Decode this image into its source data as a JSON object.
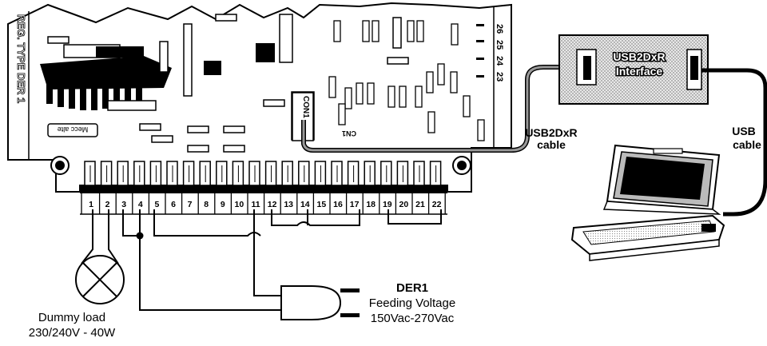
{
  "board": {
    "side_label": "REG. TYPE DER 1",
    "top_right_numbers": [
      "26",
      "25",
      "24",
      "23"
    ],
    "logo_text": "Mecc alte",
    "connector_label": "CON1",
    "cn1_label": "CN1",
    "terminals": [
      "1",
      "2",
      "3",
      "4",
      "5",
      "6",
      "7",
      "8",
      "9",
      "10",
      "11",
      "12",
      "13",
      "14",
      "15",
      "16",
      "17",
      "18",
      "19",
      "20",
      "21",
      "22"
    ]
  },
  "labels": {
    "interface_line1": "USB2DxR",
    "interface_line2": "Interface",
    "usb2dxr_cable_line1": "USB2DxR",
    "usb2dxr_cable_line2": "cable",
    "usb_cable_line1": "USB",
    "usb_cable_line2": "cable",
    "der1": "DER1",
    "feeding_voltage": "Feeding Voltage",
    "voltage_range": "150Vac-270Vac",
    "dummy_load": "Dummy load",
    "dummy_rating": "230/240V - 40W"
  }
}
